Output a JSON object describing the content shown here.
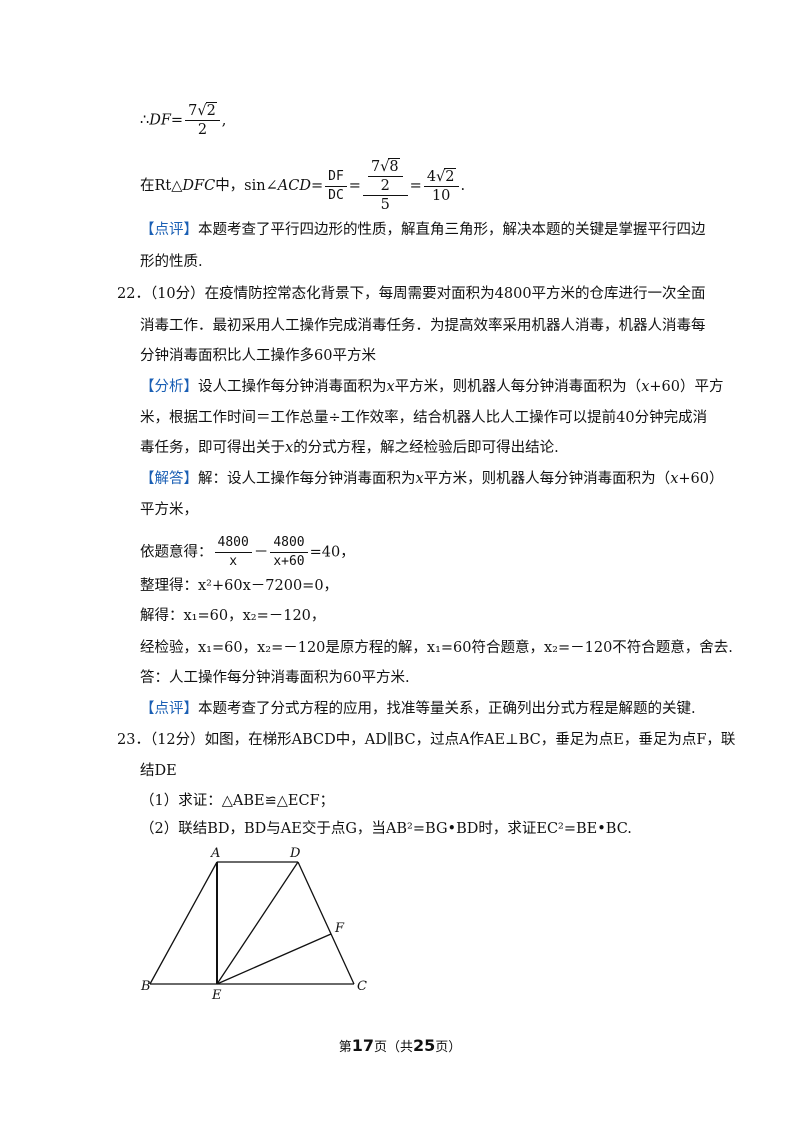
{
  "l1": {
    "pre": "∴",
    "var": "DF",
    "eq": "=",
    "num_coef": "7",
    "num_rad": "2",
    "den": "2",
    "post": ","
  },
  "l2": {
    "pre": "在Rt△",
    "tri": "DFC",
    "mid": "中，sin∠",
    "ang": "ACD",
    "eq1": "=",
    "f1n": "DF",
    "f1d": "DC",
    "eq2": "=",
    "f2n_coef": "7",
    "f2n_rad": "8",
    "f2n_den": "2",
    "f2d": "5",
    "eq3": "=",
    "f3n_coef": "4",
    "f3n_rad": "2",
    "f3d": "10",
    "post": "."
  },
  "comment1": {
    "tag": "【点评】",
    "line1": "本题考查了平行四边形的性质，解直角三角形，解决本题的关键是掌握平行四边",
    "line2": "形的性质."
  },
  "q22": {
    "line1": "22．（10分）在疫情防控常态化背景下，每周需要对面积为4800平方米的仓库进行一次全面",
    "line2": "消毒工作．最初采用人工操作完成消毒任务．为提高效率采用机器人消毒，机器人消毒每",
    "line3": "分钟消毒面积比人工操作多60平方米"
  },
  "analysis": {
    "tag": "【分析】",
    "l1a": "设人工操作每分钟消毒面积为",
    "l1x": "x",
    "l1b": "平方米，则机器人每分钟消毒面积为（",
    "l1x2": "x",
    "l1c": "+60）平方",
    "l2": "米，根据工作时间＝工作总量÷工作效率，结合机器人比人工操作可以提前40分钟完成消",
    "l3a": "毒任务，即可得出关于",
    "l3x": "x",
    "l3b": "的分式方程，解之经检验后即可得出结论."
  },
  "solution": {
    "tag": "【解答】",
    "l1a": "解：设人工操作每分钟消毒面积为",
    "l1x": "x",
    "l1b": "平方米，则机器人每分钟消毒面积为（",
    "l1x2": "x",
    "l1c": "+60）",
    "l2": "平方米，",
    "eq_pre": "依题意得：",
    "eq_f1n": "4800",
    "eq_f1d": "x",
    "eq_minus": "－",
    "eq_f2n": "4800",
    "eq_f2d": "x+60",
    "eq_post": "=40，",
    "s1": "整理得：x²+60x－7200=0，",
    "s2": "解得：x₁=60，x₂=－120，",
    "s3": "经检验，x₁=60，x₂=－120是原方程的解，x₁=60符合题意，x₂=－120不符合题意，舍去.",
    "s4": "答：人工操作每分钟消毒面积为60平方米."
  },
  "comment2": {
    "tag": "【点评】",
    "text": "本题考查了分式方程的应用，找准等量关系，正确列出分式方程是解题的关键."
  },
  "q23": {
    "line1": "23．（12分）如图，在梯形ABCD中，AD∥BC，过点A作AE⊥BC，垂足为点E，垂足为点F，联",
    "line2": "结DE",
    "p1": "（1）求证：△ABE≌△ECF；",
    "p2": "（2）联结BD，BD与AE交于点G，当AB²=BG•BD时，求证EC²=BE•BC."
  },
  "figure": {
    "labels": {
      "A": "A",
      "D": "D",
      "F": "F",
      "B": "B",
      "E": "E",
      "C": "C"
    }
  },
  "footer": {
    "pre": "第",
    "page": "17",
    "mid": "页（共",
    "total": "25",
    "post": "页）"
  }
}
